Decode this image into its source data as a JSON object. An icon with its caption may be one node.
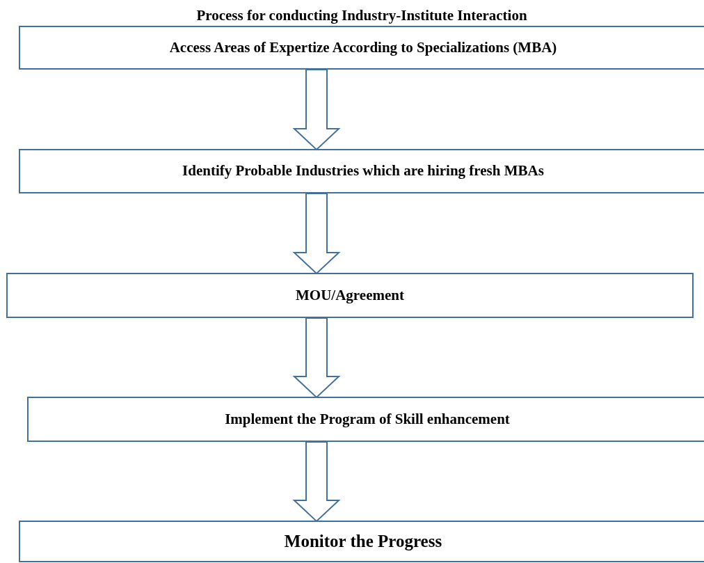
{
  "diagram": {
    "title": "Process for conducting Industry-Institute Interaction",
    "nodes": [
      {
        "text": [
          "Access Areas of Expertize According to Specializations (MBA)"
        ]
      },
      {
        "text": [
          "Identify Probable Industries which are hiring fresh MBAs"
        ]
      },
      {
        "text": [
          "MOU/Agreement"
        ]
      },
      {
        "text": [
          "Implement the Program of Skill enhancement"
        ]
      },
      {
        "text": [
          "Monitor the Progress"
        ]
      }
    ],
    "edges": [
      {
        "from": 0,
        "to": 1,
        "arrow": "to"
      },
      {
        "from": 1,
        "to": 2,
        "arrow": "to"
      },
      {
        "from": 2,
        "to": 3,
        "arrow": "to"
      },
      {
        "from": 3,
        "to": 4,
        "arrow": "to"
      }
    ]
  }
}
